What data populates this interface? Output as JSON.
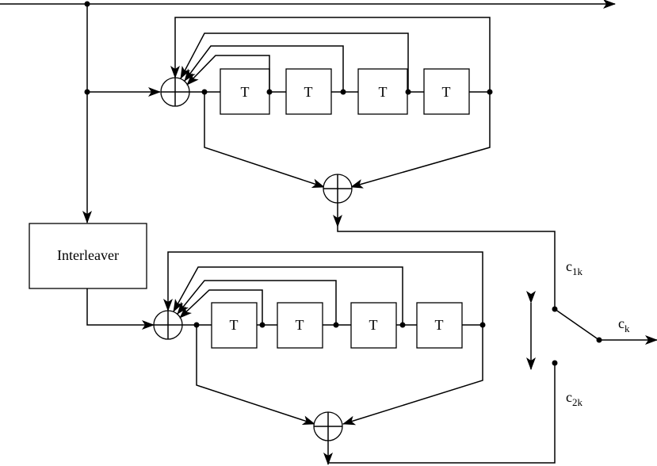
{
  "blocks": {
    "interleaver": "Interleaver",
    "delay": "T"
  },
  "outputs": {
    "c1_base": "c",
    "c1_sub": "1k",
    "c2_base": "c",
    "c2_sub": "2k",
    "ck_base": "c",
    "ck_sub": "k"
  }
}
